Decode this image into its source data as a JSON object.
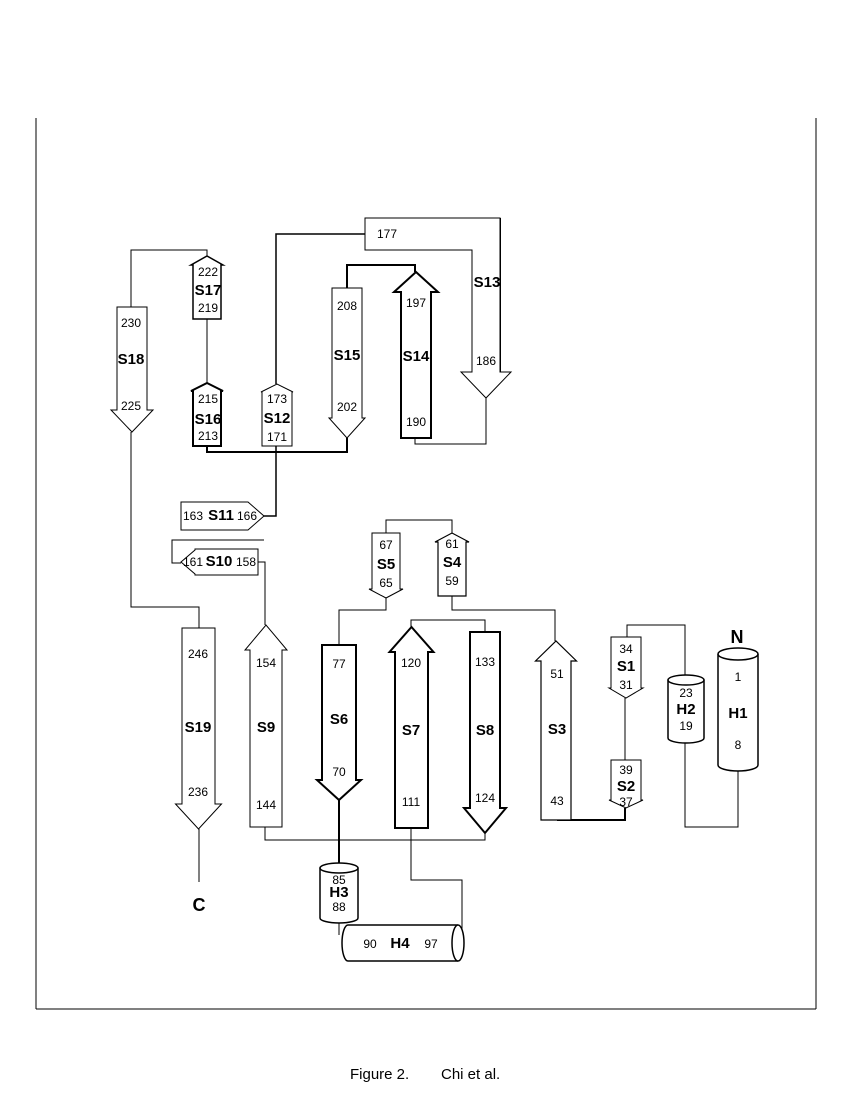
{
  "termini": {
    "n": "N",
    "c": "C"
  },
  "caption": {
    "figure": "Figure 2.",
    "authors": "Chi et al."
  },
  "elements": [
    {
      "id": "S1",
      "kind": "strand",
      "name": "S1",
      "start": "31",
      "end": "34"
    },
    {
      "id": "S2",
      "kind": "strand",
      "name": "S2",
      "start": "37",
      "end": "39"
    },
    {
      "id": "S3",
      "kind": "strand",
      "name": "S3",
      "start": "43",
      "end": "51"
    },
    {
      "id": "S4",
      "kind": "strand",
      "name": "S4",
      "start": "59",
      "end": "61"
    },
    {
      "id": "S5",
      "kind": "strand",
      "name": "S5",
      "start": "65",
      "end": "67"
    },
    {
      "id": "S6",
      "kind": "strand",
      "name": "S6",
      "start": "70",
      "end": "77"
    },
    {
      "id": "S7",
      "kind": "strand",
      "name": "S7",
      "start": "111",
      "end": "120"
    },
    {
      "id": "S8",
      "kind": "strand",
      "name": "S8",
      "start": "124",
      "end": "133"
    },
    {
      "id": "S9",
      "kind": "strand",
      "name": "S9",
      "start": "144",
      "end": "154"
    },
    {
      "id": "S10",
      "kind": "strand",
      "name": "S10",
      "start": "158",
      "end": "161"
    },
    {
      "id": "S11",
      "kind": "strand",
      "name": "S11",
      "start": "163",
      "end": "166"
    },
    {
      "id": "S12",
      "kind": "strand",
      "name": "S12",
      "start": "171",
      "end": "173"
    },
    {
      "id": "S13",
      "kind": "strand",
      "name": "S13",
      "start": "177",
      "end": "186"
    },
    {
      "id": "S14",
      "kind": "strand",
      "name": "S14",
      "start": "190",
      "end": "197"
    },
    {
      "id": "S15",
      "kind": "strand",
      "name": "S15",
      "start": "202",
      "end": "208"
    },
    {
      "id": "S16",
      "kind": "strand",
      "name": "S16",
      "start": "213",
      "end": "215"
    },
    {
      "id": "S17",
      "kind": "strand",
      "name": "S17",
      "start": "219",
      "end": "222"
    },
    {
      "id": "S18",
      "kind": "strand",
      "name": "S18",
      "start": "225",
      "end": "230"
    },
    {
      "id": "S19",
      "kind": "strand",
      "name": "S19",
      "start": "236",
      "end": "246"
    },
    {
      "id": "H1",
      "kind": "helix",
      "name": "H1",
      "start": "1",
      "end": "8"
    },
    {
      "id": "H2",
      "kind": "helix",
      "name": "H2",
      "start": "19",
      "end": "23"
    },
    {
      "id": "H3",
      "kind": "helix",
      "name": "H3",
      "start": "85",
      "end": "88"
    },
    {
      "id": "H4",
      "kind": "helix",
      "name": "H4",
      "start": "90",
      "end": "97"
    }
  ]
}
